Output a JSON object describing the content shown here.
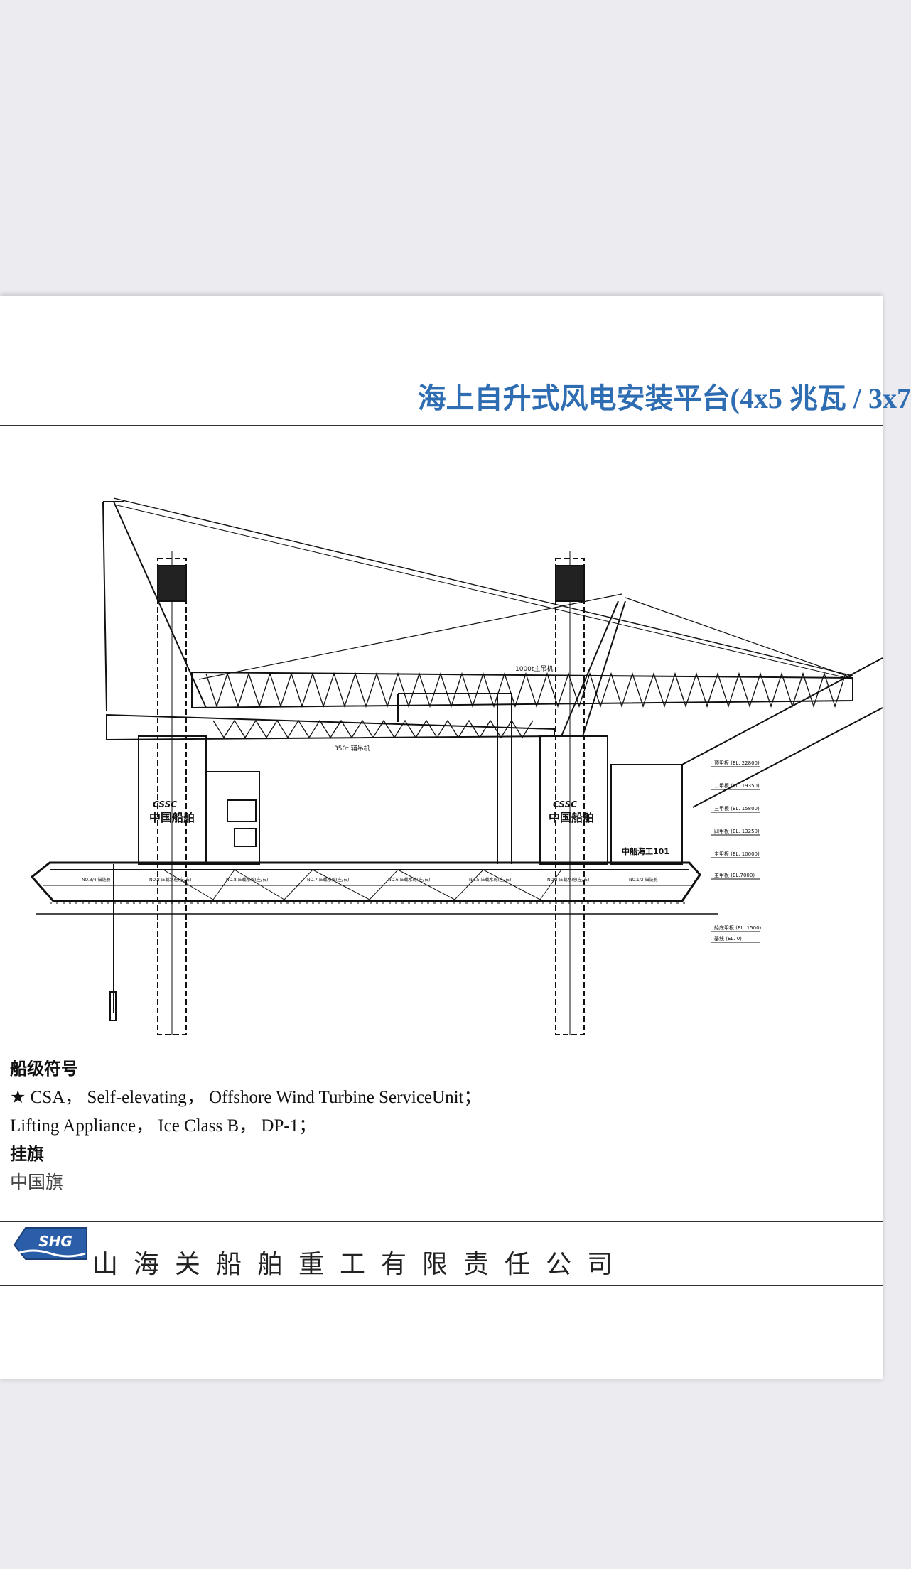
{
  "header": {
    "title": "海上自升式风电安装平台(4x5 兆瓦  / 3x7"
  },
  "drawing": {
    "crane_label_upper": "1000t主吊机",
    "crane_label_lower": "350t 辅吊机",
    "hull_name": "中船海工101",
    "brand_text": "中国船舶",
    "brand_logo_text": "CSSC",
    "elevation_labels": [
      "顶甲板 (EL. 22800)",
      "二甲板 (EL. 19350)",
      "三甲板 (EL. 15800)",
      "四甲板 (EL. 13250)",
      "主甲板 (EL. 10000)",
      "主甲板 (EL.7000)",
      "船底甲板 (EL. 1500)",
      "基线 (EL. 0)"
    ],
    "tank_labels": [
      "NO.3/4 锚链舱",
      "NO.8 压载水舱(左/右)",
      "NO.8 压载水舱(左/右)",
      "NO.7 压载水舱(左/右)",
      "NO.6 压载水舱(左/右)",
      "NO.5 压载水舱(左/右)",
      "NO.4 压载水舱(左/右)",
      "NO.1/2 锚链舱"
    ]
  },
  "specs": {
    "class_heading": "船级符号",
    "class_line1": "★  CSA，  Self-elevating，  Offshore Wind Turbine ServiceUnit；",
    "class_line2": "  Lifting Appliance，  Ice Class B，  DP-1；",
    "flag_heading": "挂旗",
    "flag_value": "中国旗"
  },
  "footer": {
    "logo_text": "SHG",
    "company_name": "山海关船舶重工有限责任公司"
  },
  "colors": {
    "title": "#2f6db3",
    "logo_blue": "#2b5ea8"
  }
}
